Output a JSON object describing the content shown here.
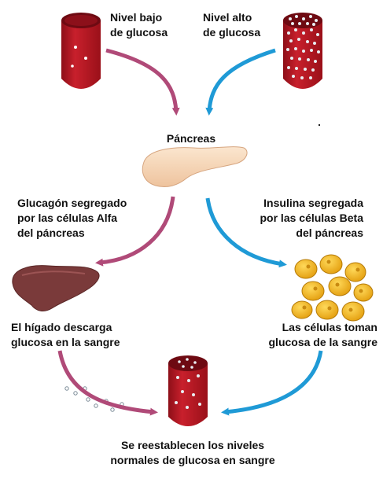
{
  "labels": {
    "low_glucose": [
      "Nivel bajo",
      "de glucosa"
    ],
    "high_glucose": [
      "Nivel alto",
      "de glucosa"
    ],
    "pancreas": "Páncreas",
    "glucagon": [
      "Glucagón segregado",
      "por las células Alfa",
      "del páncreas"
    ],
    "insulin": [
      "Insulina segregada",
      "por las células Beta",
      "del páncreas"
    ],
    "liver": [
      "El hígado descarga",
      "glucosa en la sangre"
    ],
    "cells": [
      "Las células toman",
      "glucosa de la sangre"
    ],
    "restored": [
      "Se reestablecen los niveles",
      "normales de glucosa en sangre"
    ]
  },
  "colors": {
    "glucagon_path": "#b04a78",
    "insulin_path": "#1f9ad6",
    "vessel": "#b5121f",
    "pancreas": "#f8dcc0",
    "liver": "#7a3a3a",
    "cells": "#f2b51e"
  },
  "icons": [
    "blood-vessel-low-glucose-icon",
    "blood-vessel-high-glucose-icon",
    "pancreas-icon",
    "liver-icon",
    "body-cells-icon",
    "blood-vessel-normal-glucose-icon"
  ]
}
